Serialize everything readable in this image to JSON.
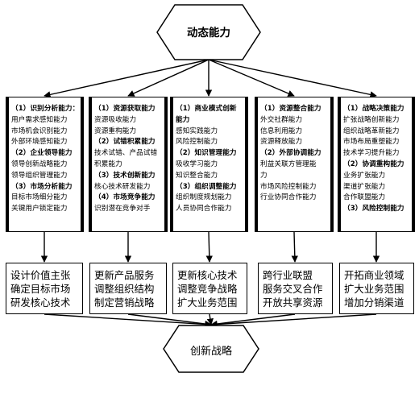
{
  "top": {
    "label": "动态能力"
  },
  "bottom": {
    "label": "创新战略"
  },
  "columns": [
    {
      "lines": [
        {
          "text": "（1）识别分析能力：",
          "bold": true
        },
        {
          "text": "用户需求感知能力",
          "bold": false
        },
        {
          "text": "市场机会识别能力",
          "bold": false
        },
        {
          "text": "外部环境感知能力",
          "bold": false
        },
        {
          "text": "（2）企业领导能力",
          "bold": true
        },
        {
          "text": "领导创新战略能力",
          "bold": false
        },
        {
          "text": "领导组织管理能力",
          "bold": false
        },
        {
          "text": "（3）市场分析能力",
          "bold": true
        },
        {
          "text": "目标市场细分能力",
          "bold": false
        },
        {
          "text": "关键用户锁定能力",
          "bold": false
        }
      ]
    },
    {
      "lines": [
        {
          "text": "（1）资源获取能力",
          "bold": true
        },
        {
          "text": "资源吸收能力",
          "bold": false
        },
        {
          "text": "资源重构能力",
          "bold": false
        },
        {
          "text": "（2）试错积累能力",
          "bold": true
        },
        {
          "text": "技术试错、产品试错",
          "bold": false
        },
        {
          "text": "积累能力",
          "bold": false
        },
        {
          "text": "（3）技术创新能力",
          "bold": true
        },
        {
          "text": "核心技术研发能力",
          "bold": false
        },
        {
          "text": "（4）市场竞争能力",
          "bold": true
        },
        {
          "text": "识别潜在竞争对手",
          "bold": false
        }
      ]
    },
    {
      "lines": [
        {
          "text": "（1）商业模式创新",
          "bold": true
        },
        {
          "text": "能力",
          "bold": true
        },
        {
          "text": "感知实践能力",
          "bold": false
        },
        {
          "text": "风险控制能力",
          "bold": false
        },
        {
          "text": "（2）知识管理能力",
          "bold": true
        },
        {
          "text": "吸收学习能力",
          "bold": false
        },
        {
          "text": "知识整合能力",
          "bold": false
        },
        {
          "text": "（3）组织调整能力",
          "bold": true
        },
        {
          "text": "组织制度规划能力",
          "bold": false
        },
        {
          "text": "人员协同合作能力",
          "bold": false
        }
      ]
    },
    {
      "lines": [
        {
          "text": "（1）资源整合能力",
          "bold": true
        },
        {
          "text": "外交社群能力",
          "bold": false
        },
        {
          "text": "信息利用能力",
          "bold": false
        },
        {
          "text": "资源释放能力",
          "bold": false
        },
        {
          "text": "（2）外部协调能力",
          "bold": true
        },
        {
          "text": "利益关联方管理能",
          "bold": false
        },
        {
          "text": "力",
          "bold": false
        },
        {
          "text": "市场风险控制能力",
          "bold": false
        },
        {
          "text": "行业协同合作能力",
          "bold": false
        }
      ]
    },
    {
      "lines": [
        {
          "text": "（1）战略决策能力",
          "bold": true
        },
        {
          "text": "扩张战略创新能力",
          "bold": false
        },
        {
          "text": "组织战略革新能力",
          "bold": false
        },
        {
          "text": "市场布局重塑能力",
          "bold": false
        },
        {
          "text": "技术学习提升能力",
          "bold": false
        },
        {
          "text": "（2）协调重构能力",
          "bold": true
        },
        {
          "text": "业务扩张能力",
          "bold": false
        },
        {
          "text": "渠道扩张能力",
          "bold": false
        },
        {
          "text": "合作联盟能力",
          "bold": false
        },
        {
          "text": "（3）风险控制能力",
          "bold": true
        }
      ]
    }
  ],
  "outcomes": [
    [
      "设计价值主张",
      "确定目标市场",
      "研发核心技术"
    ],
    [
      "更新产品服务",
      "调整组织结构",
      "制定营销战略"
    ],
    [
      "更新核心技术",
      "调整竞争战略",
      "扩大业务范围"
    ],
    [
      "跨行业联盟",
      "服务交叉合作",
      "开放共享资源"
    ],
    [
      "开拓商业领域",
      "扩大业务范围",
      "增加分销渠道"
    ]
  ]
}
